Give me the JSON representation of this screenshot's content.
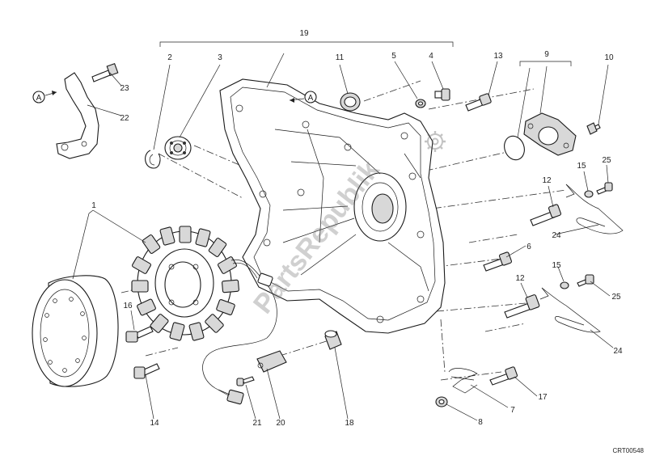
{
  "diagram": {
    "drawing_code": "CRT00548",
    "watermark": "PartsRepublik",
    "reference_marker": "A",
    "labels": {
      "l1": "1",
      "l2": "2",
      "l3": "3",
      "l4": "4",
      "l5": "5",
      "l6": "6",
      "l7": "7",
      "l8": "8",
      "l9": "9",
      "l10": "10",
      "l11": "11",
      "l12a": "12",
      "l12b": "12",
      "l13": "13",
      "l14": "14",
      "l15a": "15",
      "l15b": "15",
      "l16": "16",
      "l17": "17",
      "l18": "18",
      "l19": "19",
      "l20": "20",
      "l21": "21",
      "l22": "22",
      "l23": "23",
      "l24a": "24",
      "l24b": "24",
      "l25a": "25",
      "l25b": "25"
    }
  }
}
